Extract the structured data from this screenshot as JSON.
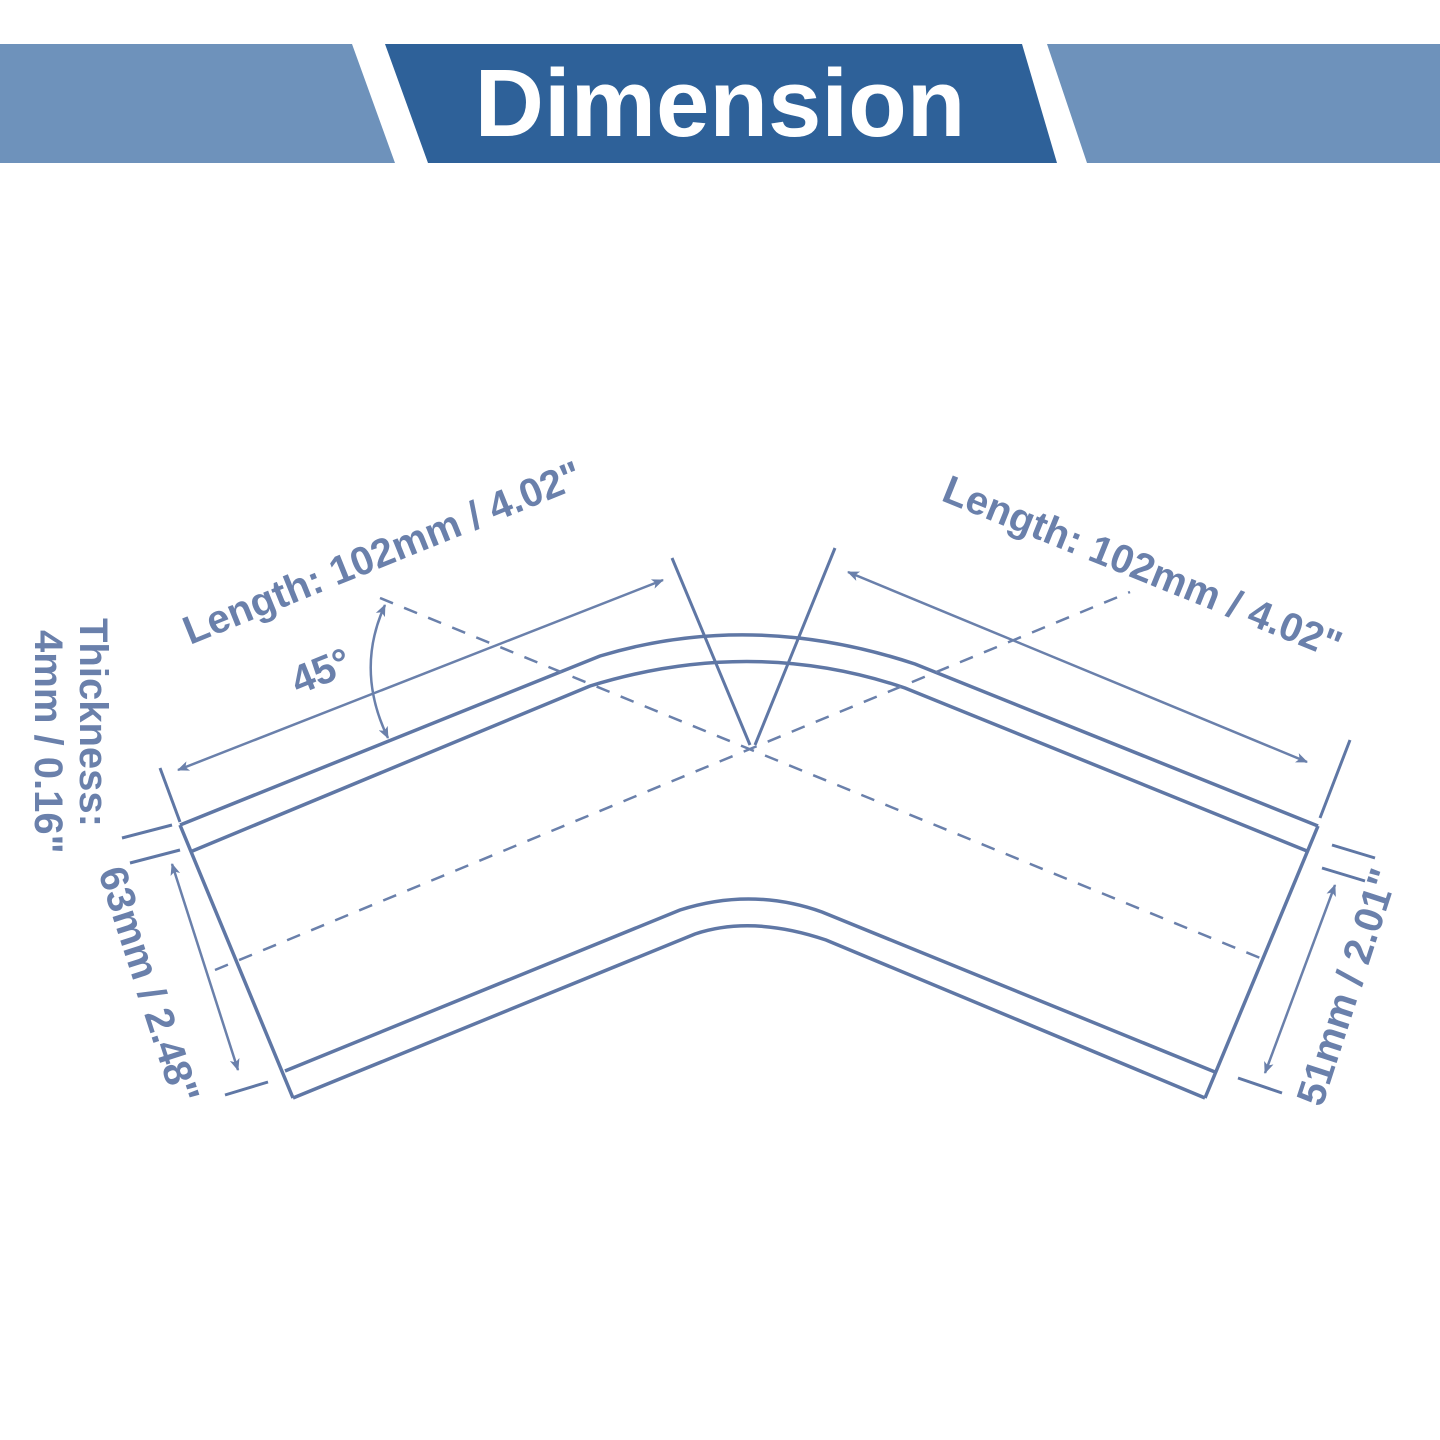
{
  "title": "Dimension",
  "colors": {
    "banner_dark": "#2e6199",
    "banner_light": "#6e92bb",
    "line": "#5f77a5",
    "text": "#6a80ab"
  },
  "dimensions": {
    "length_left": "Length: 102mm / 4.02\"",
    "length_right": "Length: 102mm / 4.02\"",
    "angle": "45°",
    "thickness_label": "Thickness:",
    "thickness_value": "4mm / 0.16\"",
    "outer_diameter": "63mm / 2.48\"",
    "inner_diameter": "51mm / 2.01\""
  }
}
